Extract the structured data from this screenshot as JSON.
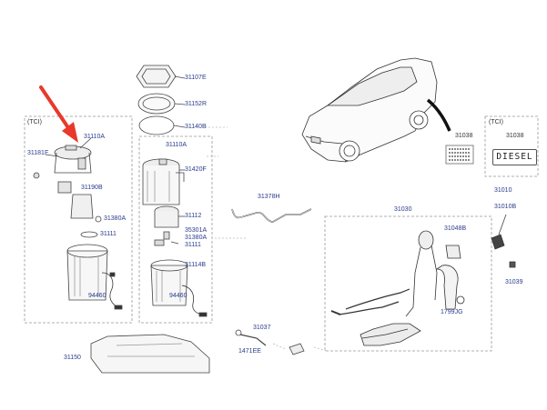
{
  "diagram": {
    "groups": {
      "tci_left": "(TCI)",
      "tci_right": "(TCI)"
    },
    "callouts": [
      "31107E",
      "31152R",
      "31140B",
      "31110A",
      "31110A",
      "31181F",
      "31420F",
      "31190B",
      "31380A",
      "31111",
      "31112",
      "35301A",
      "31380A",
      "31111",
      "31114B",
      "94460",
      "94460",
      "31378H",
      "31030",
      "31048B",
      "31010",
      "31010B",
      "31038",
      "31038",
      "31039",
      "1799JG",
      "31037",
      "1471EE",
      "31150"
    ],
    "diesel_label": "DIESEL",
    "colors": {
      "callout_text": "#2a3a8c",
      "line_art": "#444444",
      "box_outline": "#999999",
      "pointer_arrow": "#e8392a"
    }
  }
}
